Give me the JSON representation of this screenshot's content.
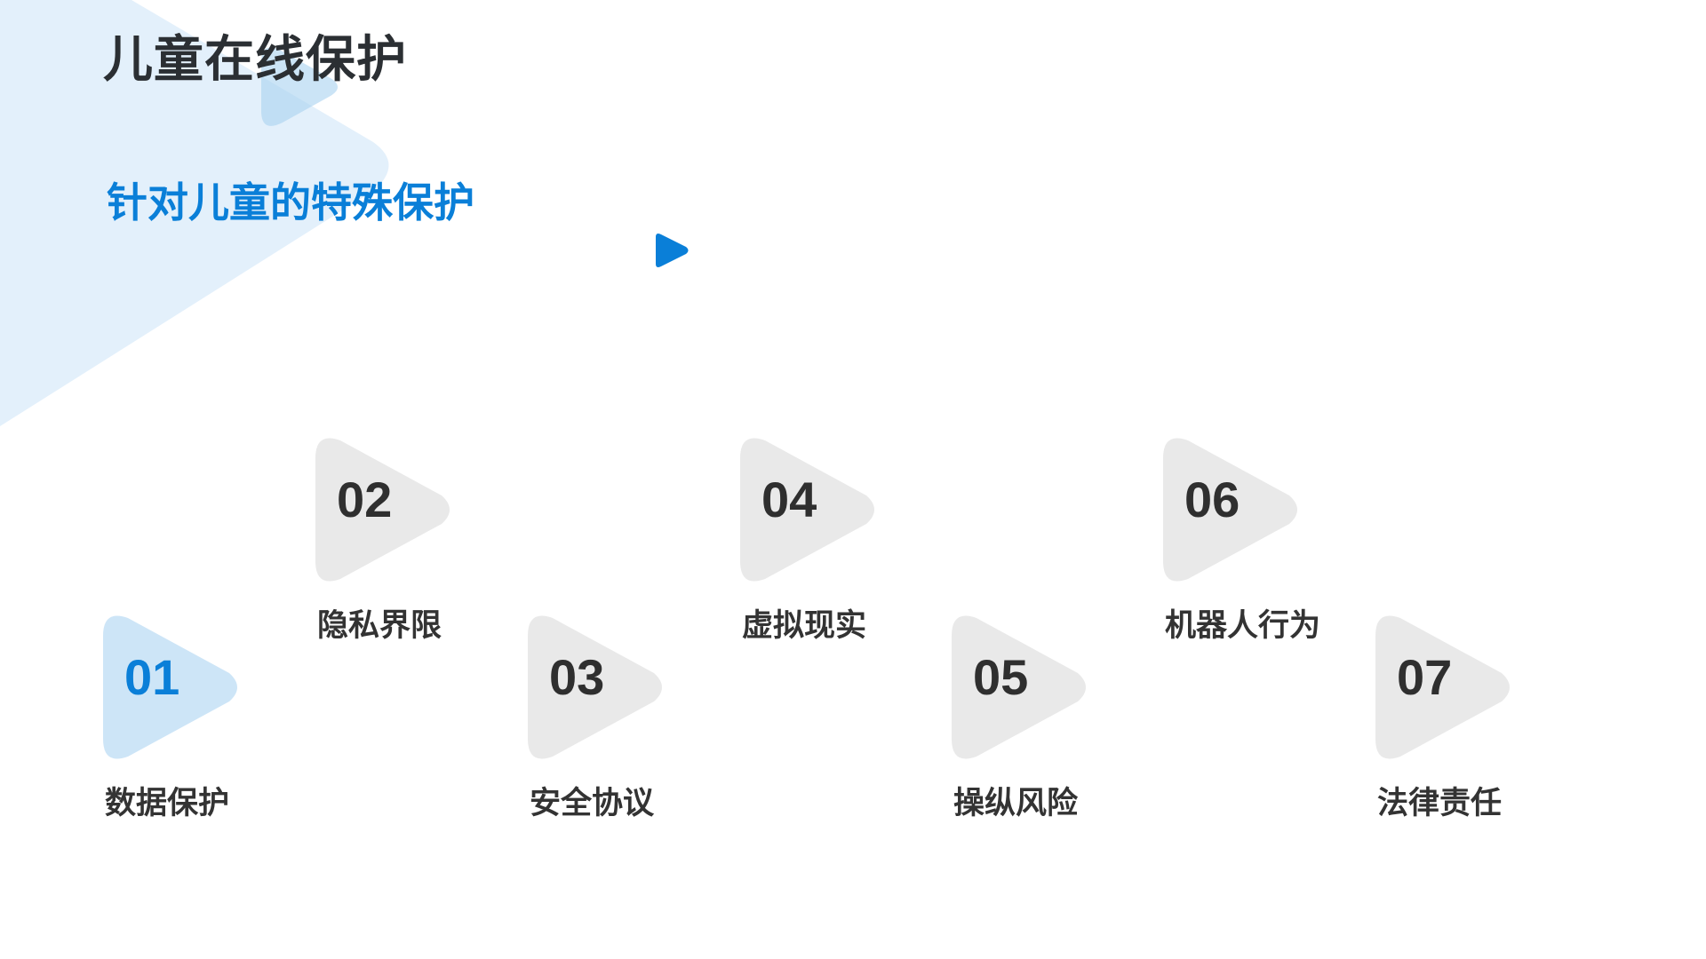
{
  "title": "儿童在线保护",
  "subtitle": "针对儿童的特殊保护",
  "colors": {
    "accent": "#0a7fd8",
    "active_fill": "#cde5f7",
    "inactive_fill": "#e9e9e9",
    "background_shape": "#e3f0fb"
  },
  "steps": [
    {
      "number": "01",
      "label": "数据保护",
      "active": true
    },
    {
      "number": "02",
      "label": "隐私界限",
      "active": false
    },
    {
      "number": "03",
      "label": "安全协议",
      "active": false
    },
    {
      "number": "04",
      "label": "虚拟现实",
      "active": false
    },
    {
      "number": "05",
      "label": "操纵风险",
      "active": false
    },
    {
      "number": "06",
      "label": "机器人行为",
      "active": false
    },
    {
      "number": "07",
      "label": "法律责任",
      "active": false
    }
  ]
}
